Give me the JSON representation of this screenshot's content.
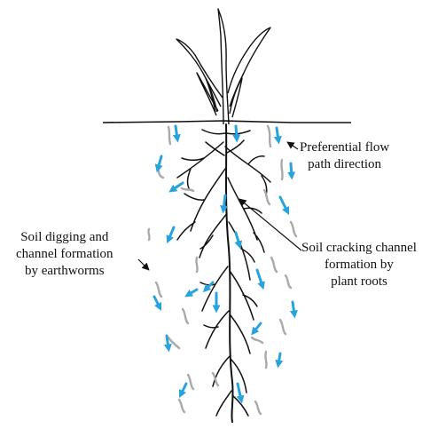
{
  "labels": {
    "preferential_flow": [
      "Preferential flow",
      "path direction"
    ],
    "earthworms": [
      "Soil digging and",
      "channel formation",
      "by earthworms"
    ],
    "root_cracking": [
      "Soil cracking channel",
      "formation by",
      "plant roots"
    ]
  },
  "colors": {
    "ink": "#111111",
    "flow_arrow": "#29a3dc",
    "earthworm_burrow": "#a9a9a9",
    "background": "#ffffff"
  }
}
